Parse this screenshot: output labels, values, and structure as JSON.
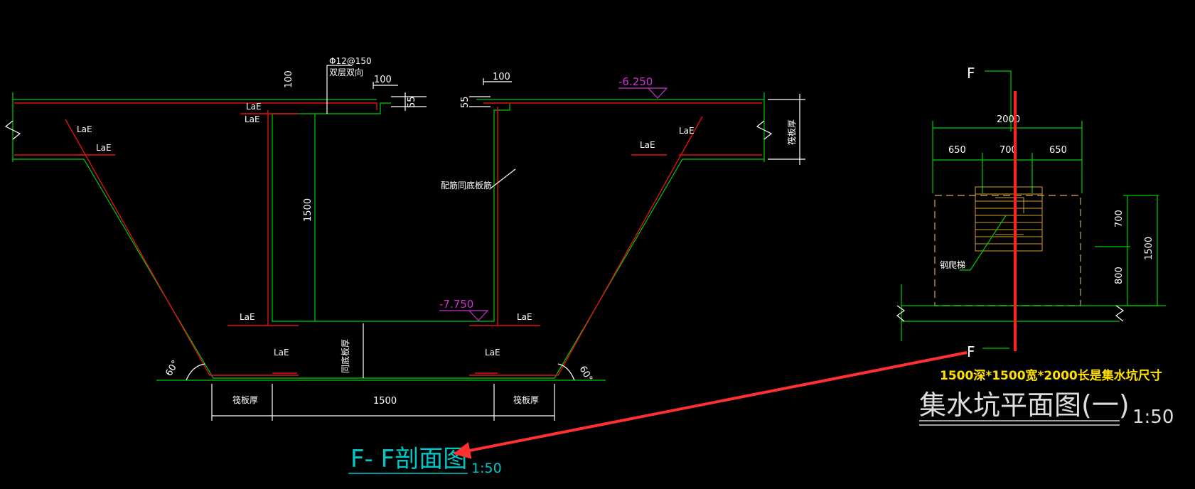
{
  "section": {
    "title": "F- F剖面图",
    "scale": "1:50",
    "labels": {
      "rebar": "Φ12@150",
      "rebar_sub": "双层双向",
      "bend": "配筋同底板筋",
      "top_elev": "-6.250",
      "bottom_elev": "-7.750",
      "slab_thk_right": "筏板厚",
      "slab_thk_bottom": "同底板厚",
      "dim_100_a": "100",
      "dim_100_b": "100",
      "dim_100_c": "100",
      "dim_55_a": "55",
      "dim_55_b": "55",
      "dim_1500_depth": "1500",
      "dim_1500_width": "1500",
      "dim_left_thk": "筏板厚",
      "dim_right_thk": "筏板厚",
      "angle_left": "60°",
      "angle_right": "60°",
      "loe": "LaE"
    }
  },
  "plan": {
    "title": "集水坑平面图(一)",
    "scale": "1:50",
    "note": "1500深*1500宽*2000长是集水坑尺寸",
    "section_mark": "F",
    "ladder_label": "钢爬梯",
    "dims": {
      "total": "2000",
      "left": "650",
      "mid": "700",
      "right": "650",
      "v_top": "700",
      "v_bottom": "800",
      "v_total": "1500"
    }
  },
  "colors": {
    "background": "#000000",
    "structure": "#00cc00",
    "rebar": "#e01010",
    "annotation": "#00c8c8",
    "elevation": "#cc33cc",
    "note": "#ffe000",
    "arrow": "#ff3030"
  }
}
